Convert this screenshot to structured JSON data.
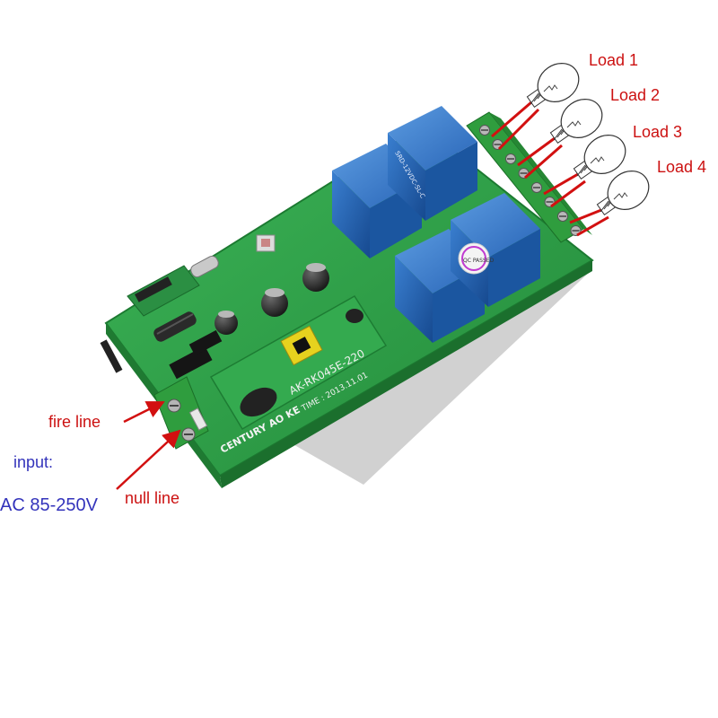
{
  "loads": [
    {
      "label": "Load 1"
    },
    {
      "label": "Load 2"
    },
    {
      "label": "Load 3"
    },
    {
      "label": "Load 4"
    }
  ],
  "wiring": {
    "fire_line": "fire line",
    "null_line": "null line",
    "input_label": "input:",
    "voltage": "AC 85-250V"
  },
  "board": {
    "maker_text": "CENTURY AO KE",
    "model_text": "AK-RK045E-220",
    "date_text": "TIME : 2013.11.01",
    "qc_text": "QC PASSED",
    "relay_text": "SRD-12VDC-SL-C"
  },
  "colors": {
    "pcb": "#2f9d4a",
    "relay": "#1f5fb0",
    "terminal": "#3aa845",
    "label_red": "#cc1111",
    "label_blue": "#3333bb",
    "wire": "#d21010"
  }
}
